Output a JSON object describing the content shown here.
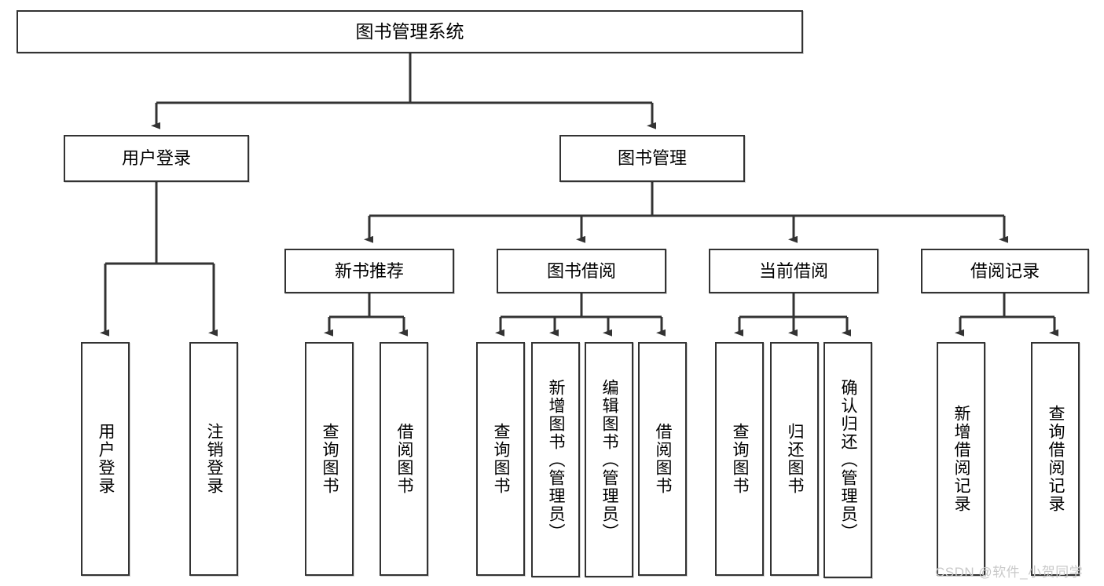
{
  "diagram": {
    "type": "tree-hierarchy",
    "title": "图书管理系统",
    "watermark": "CSDN @软件_小贺同学",
    "levels": {
      "root": {
        "label": "图书管理系统"
      },
      "level2": [
        {
          "id": "user-login",
          "label": "用户登录"
        },
        {
          "id": "book-manage",
          "label": "图书管理"
        }
      ],
      "level3": [
        {
          "id": "new-book-rec",
          "label": "新书推荐",
          "parent": "book-manage"
        },
        {
          "id": "book-borrow",
          "label": "图书借阅",
          "parent": "book-manage"
        },
        {
          "id": "current-borrow",
          "label": "当前借阅",
          "parent": "book-manage"
        },
        {
          "id": "borrow-record",
          "label": "借阅记录",
          "parent": "book-manage"
        }
      ],
      "leaves": [
        {
          "id": "leaf-user-login",
          "label": "用户登录",
          "parent": "user-login"
        },
        {
          "id": "leaf-logout",
          "label": "注销登录",
          "parent": "user-login"
        },
        {
          "id": "leaf-query-book-1",
          "label": "查询图书",
          "parent": "new-book-rec"
        },
        {
          "id": "leaf-borrow-book-1",
          "label": "借阅图书",
          "parent": "new-book-rec"
        },
        {
          "id": "leaf-query-book-2",
          "label": "查询图书",
          "parent": "book-borrow"
        },
        {
          "id": "leaf-add-book",
          "label": "新增图书（管理员）",
          "parent": "book-borrow"
        },
        {
          "id": "leaf-edit-book",
          "label": "编辑图书（管理员）",
          "parent": "book-borrow"
        },
        {
          "id": "leaf-borrow-book-2",
          "label": "借阅图书",
          "parent": "book-borrow"
        },
        {
          "id": "leaf-query-book-3",
          "label": "查询图书",
          "parent": "current-borrow"
        },
        {
          "id": "leaf-return-book",
          "label": "归还图书",
          "parent": "current-borrow"
        },
        {
          "id": "leaf-confirm-return",
          "label": "确认归还（管理员）",
          "parent": "current-borrow"
        },
        {
          "id": "leaf-add-record",
          "label": "新增借阅记录",
          "parent": "borrow-record"
        },
        {
          "id": "leaf-query-record",
          "label": "查询借阅记录",
          "parent": "borrow-record"
        }
      ]
    },
    "colors": {
      "stroke": "#333333",
      "fill": "#ffffff",
      "text": "#000000",
      "watermark": "#c9c9c9"
    }
  }
}
